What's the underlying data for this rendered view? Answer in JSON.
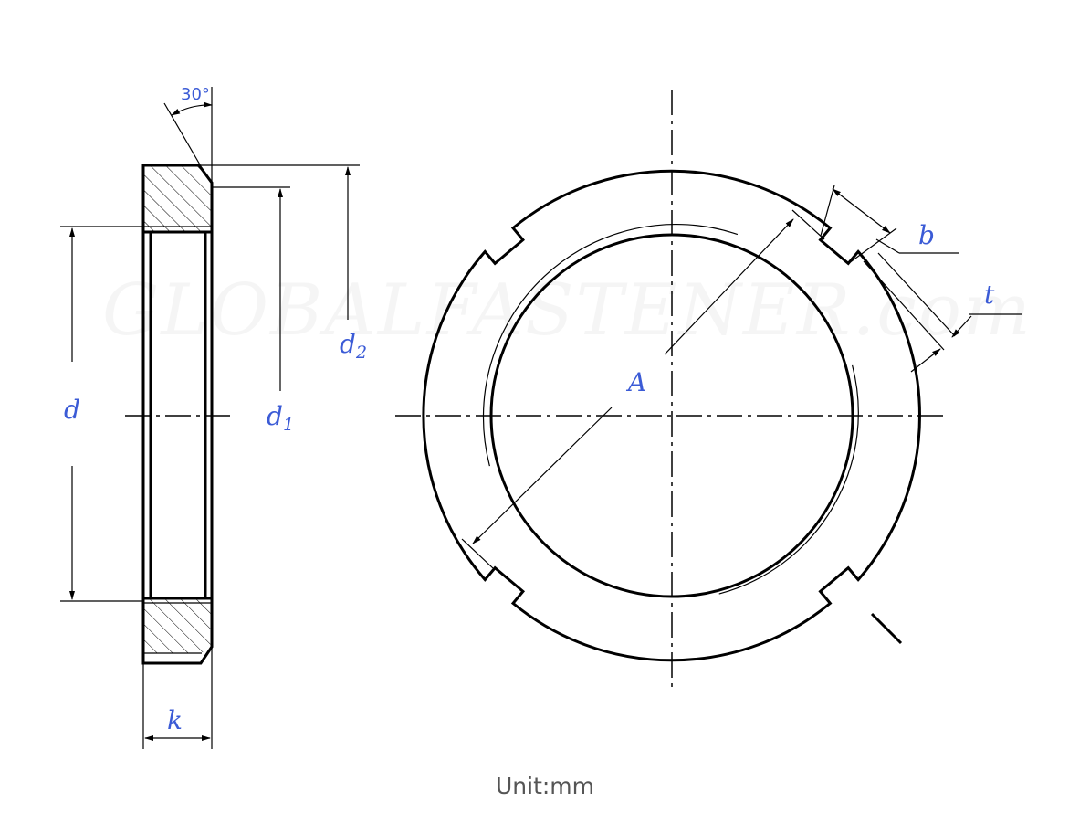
{
  "labels": {
    "angle": "30°",
    "d": "d",
    "d1": "d",
    "d1_sub": "1",
    "d2": "d",
    "d2_sub": "2",
    "k": "k",
    "A": "A",
    "b": "b",
    "t": "t"
  },
  "watermark": "GLOBALFASTENER.com",
  "unit": "Unit:mm",
  "colors": {
    "dimension_text": "#3b5bd6",
    "line": "#000000",
    "unit_text": "#555555"
  }
}
